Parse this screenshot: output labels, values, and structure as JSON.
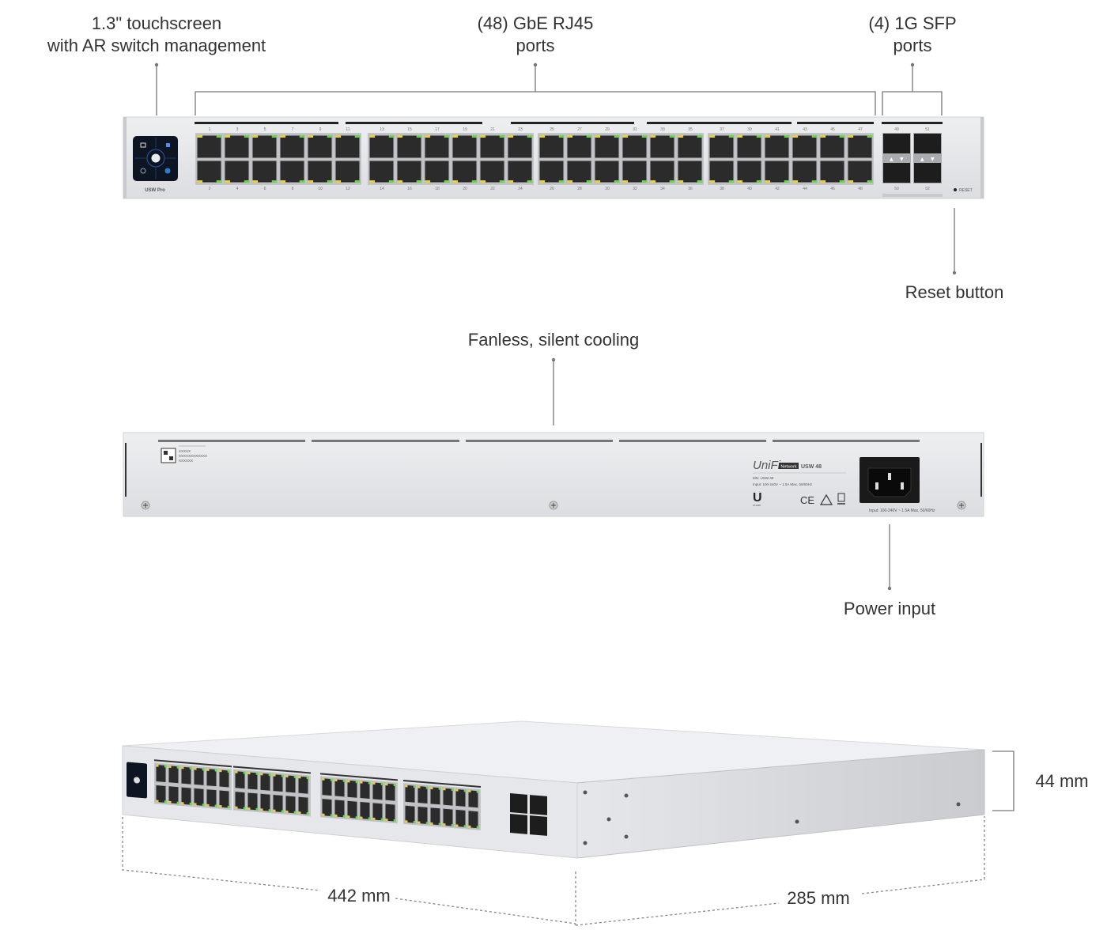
{
  "callouts": {
    "touchscreen": [
      "1.3\" touchscreen",
      "with AR switch management"
    ],
    "rj45": [
      "(48) GbE RJ45",
      "ports"
    ],
    "sfp": [
      "(4) 1G SFP",
      "ports"
    ],
    "reset": "Reset button",
    "cooling": "Fanless, silent cooling",
    "power": "Power input"
  },
  "front": {
    "model_badge": "USW Pro",
    "reset_label": "RESET",
    "port_numbers_top": [
      "1",
      "3",
      "5",
      "7",
      "9",
      "11",
      "13",
      "15",
      "17",
      "19",
      "21",
      "23",
      "25",
      "27",
      "29",
      "31",
      "33",
      "35",
      "37",
      "39",
      "41",
      "43",
      "45",
      "47"
    ],
    "port_numbers_bottom": [
      "2",
      "4",
      "6",
      "8",
      "10",
      "12",
      "14",
      "16",
      "18",
      "20",
      "22",
      "24",
      "26",
      "28",
      "30",
      "32",
      "34",
      "36",
      "38",
      "40",
      "42",
      "44",
      "46",
      "48"
    ],
    "sfp_numbers_top": [
      "49",
      "51"
    ],
    "sfp_numbers_bottom": [
      "50",
      "52"
    ]
  },
  "rear": {
    "qr_lines": [
      "XXXXX",
      "XXXXXXXXXXXX",
      "XXXXXX"
    ],
    "brand": "UniFi",
    "brand_tag": "Network",
    "model": "USW 48",
    "mn": "MN: USW-48",
    "input_rating": "Input: 100-240V ~ 1.5A Max, 50/60Hz",
    "ui_com": "ui.com",
    "ce_mark": "CE",
    "socket_rating": "Input: 100-240V ~ 1.5A Max, 50/60Hz"
  },
  "dimensions": {
    "width": "442 mm",
    "depth": "285 mm",
    "height": "44 mm"
  },
  "colors": {
    "chassis": "#e2e3e5",
    "port": "#2b2b2b",
    "led_yellow": "#e8d23c",
    "led_green": "#6ad84a",
    "screen": "#0e1522"
  }
}
